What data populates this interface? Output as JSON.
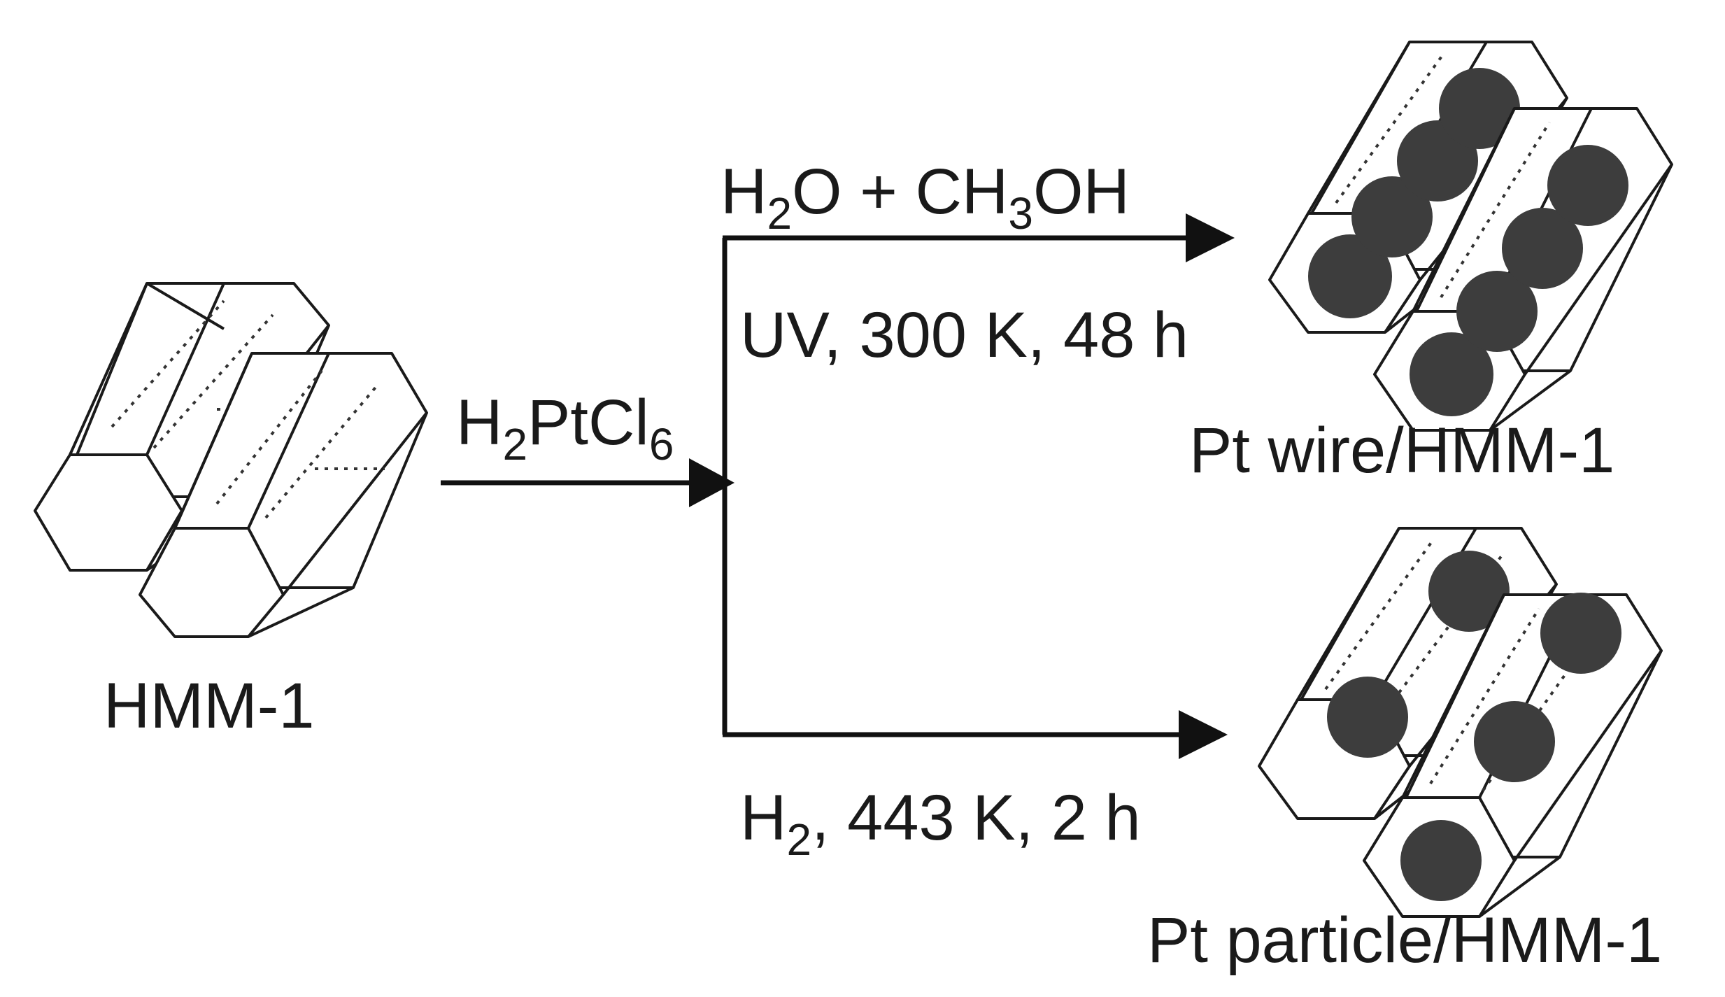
{
  "reagent": {
    "main": "H",
    "sub1": "2",
    "mid": "PtCl",
    "sub2": "6"
  },
  "upper_route": {
    "solvent": {
      "a": "H",
      "a_sub": "2",
      "b": "O + CH",
      "b_sub": "3",
      "c": "OH"
    },
    "conditions": "UV, 300 K, 48 h"
  },
  "lower_route": {
    "conditions": {
      "a": "H",
      "a_sub": "2",
      "b": ", 443 K, 2 h"
    }
  },
  "labels": {
    "start": "HMM-1",
    "product_wire": "Pt wire/HMM-1",
    "product_particle": "Pt particle/HMM-1"
  },
  "colors": {
    "platinum": "#3d3d3d",
    "outline": "#1a1a1a"
  }
}
